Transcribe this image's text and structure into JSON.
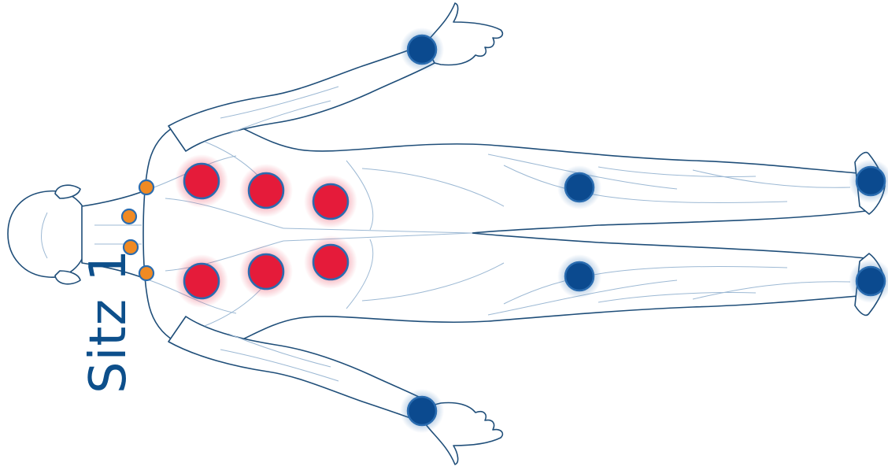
{
  "seat_label": "Sitz 1",
  "colors": {
    "outline": "#1f4e79",
    "muscle_line": "#9db9d4",
    "body_fill": "#ffffff",
    "label": "#0d4f8b",
    "red_zone": "#e51b3a",
    "orange_zone": "#f08a23",
    "blue_zone": "#0b4a8f",
    "zone_stroke": "#2a6cb0"
  },
  "zone_groups": [
    {
      "name": "red",
      "count": 6
    },
    {
      "name": "orange",
      "count": 4
    },
    {
      "name": "blue",
      "count": 6
    }
  ]
}
